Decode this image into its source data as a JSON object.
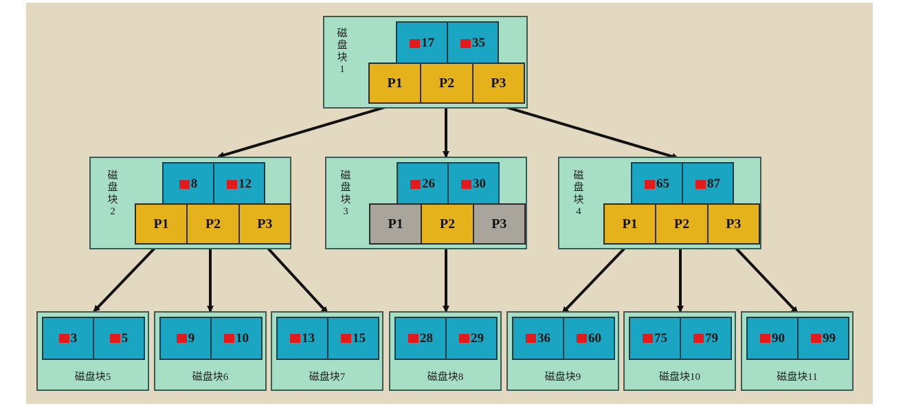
{
  "colors": {
    "background": "#e2d9c0",
    "block_fill": "#a6dfc6",
    "key_fill": "#1aa6c2",
    "pointer_fill": "#e6b21c",
    "pointer_inactive_fill": "#aaa59c",
    "marker": "#e11b1b"
  },
  "blocks": [
    {
      "label": "磁盘块1",
      "keys": [
        "17",
        "35"
      ],
      "pointers": [
        {
          "label": "P1",
          "active": true
        },
        {
          "label": "P2",
          "active": true
        },
        {
          "label": "P3",
          "active": true
        }
      ]
    },
    {
      "label": "磁盘块2",
      "keys": [
        "8",
        "12"
      ],
      "pointers": [
        {
          "label": "P1",
          "active": true
        },
        {
          "label": "P2",
          "active": true
        },
        {
          "label": "P3",
          "active": true
        }
      ]
    },
    {
      "label": "磁盘块3",
      "keys": [
        "26",
        "30"
      ],
      "pointers": [
        {
          "label": "P1",
          "active": false
        },
        {
          "label": "P2",
          "active": true
        },
        {
          "label": "P3",
          "active": false
        }
      ]
    },
    {
      "label": "磁盘块4",
      "keys": [
        "65",
        "87"
      ],
      "pointers": [
        {
          "label": "P1",
          "active": true
        },
        {
          "label": "P2",
          "active": true
        },
        {
          "label": "P3",
          "active": true
        }
      ]
    },
    {
      "label": "磁盘块5",
      "keys": [
        "3",
        "5"
      ]
    },
    {
      "label": "磁盘块6",
      "keys": [
        "9",
        "10"
      ]
    },
    {
      "label": "磁盘块7",
      "keys": [
        "13",
        "15"
      ]
    },
    {
      "label": "磁盘块8",
      "keys": [
        "28",
        "29"
      ]
    },
    {
      "label": "磁盘块9",
      "keys": [
        "36",
        "60"
      ]
    },
    {
      "label": "磁盘块10",
      "keys": [
        "75",
        "79"
      ]
    },
    {
      "label": "磁盘块11",
      "keys": [
        "90",
        "99"
      ]
    }
  ],
  "links": [
    {
      "from": "磁盘块1",
      "pointer": "P1",
      "to": "磁盘块2"
    },
    {
      "from": "磁盘块1",
      "pointer": "P2",
      "to": "磁盘块3"
    },
    {
      "from": "磁盘块1",
      "pointer": "P3",
      "to": "磁盘块4"
    },
    {
      "from": "磁盘块2",
      "pointer": "P1",
      "to": "磁盘块5"
    },
    {
      "from": "磁盘块2",
      "pointer": "P2",
      "to": "磁盘块6"
    },
    {
      "from": "磁盘块2",
      "pointer": "P3",
      "to": "磁盘块7"
    },
    {
      "from": "磁盘块3",
      "pointer": "P2",
      "to": "磁盘块8"
    },
    {
      "from": "磁盘块4",
      "pointer": "P1",
      "to": "磁盘块9"
    },
    {
      "from": "磁盘块4",
      "pointer": "P2",
      "to": "磁盘块10"
    },
    {
      "from": "磁盘块4",
      "pointer": "P3",
      "to": "磁盘块11"
    }
  ]
}
